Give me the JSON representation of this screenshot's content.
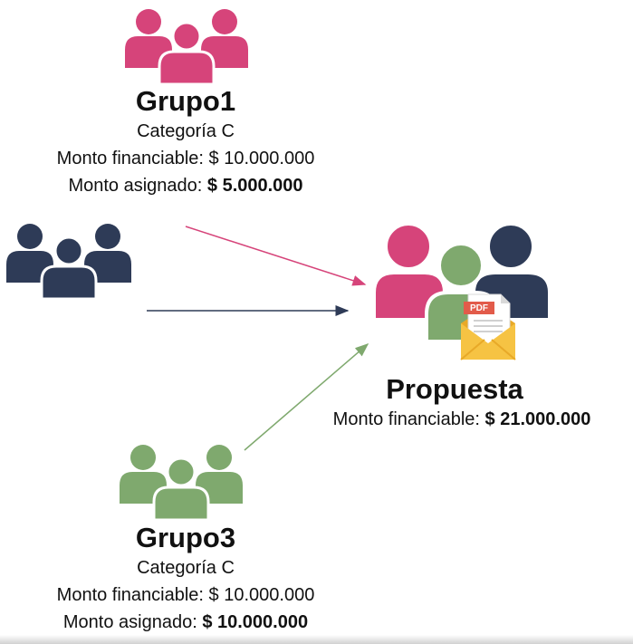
{
  "colors": {
    "group1": "#D6447A",
    "group2": "#2E3B57",
    "group3": "#7FA96E",
    "pdf_red": "#E25B4A",
    "envelope": "#F6C343"
  },
  "group1": {
    "title": "Grupo1",
    "category": "Categoría C",
    "financeable_label": "Monto financiable: ",
    "financeable_value": "$ 10.000.000",
    "assigned_label": "Monto asignado: ",
    "assigned_value": "$ 5.000.000"
  },
  "group3": {
    "title": "Grupo3",
    "category": "Categoría C",
    "financeable_label": "Monto financiable: ",
    "financeable_value": "$ 10.000.000",
    "assigned_label": "Monto asignado: ",
    "assigned_value": "$ 10.000.000"
  },
  "proposal": {
    "title": "Propuesta",
    "financeable_label": "Monto financiable: ",
    "financeable_value": "$ 21.000.000",
    "pdf_badge": "PDF"
  },
  "icons": {
    "group1": "people-group-icon",
    "group2": "people-group-icon",
    "group3": "people-group-icon",
    "proposal": "people-with-pdf-envelope-icon"
  }
}
